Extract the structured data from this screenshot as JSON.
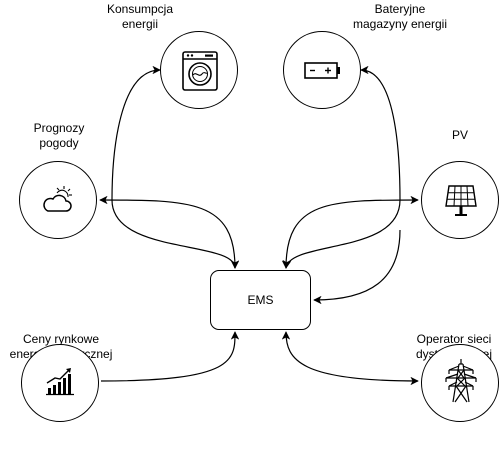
{
  "diagram": {
    "center": {
      "label": "EMS"
    },
    "nodes": {
      "consumption": {
        "label_line1": "Konsumpcja",
        "label_line2": "energii",
        "icon": "washing-machine-icon",
        "connection": "bidirectional"
      },
      "battery": {
        "label_line1": "Bateryjne",
        "label_line2": "magazyny energii",
        "icon": "battery-icon",
        "connection": "bidirectional"
      },
      "weather": {
        "label_line1": "Prognozy",
        "label_line2": "pogody",
        "icon": "cloud-sun-icon",
        "connection": "bidirectional"
      },
      "pv": {
        "label_line1": "PV",
        "label_line2": "",
        "icon": "solar-panel-icon",
        "connection": "bidirectional"
      },
      "market": {
        "label_line1": "Ceny rynkowe",
        "label_line2": "energii elektrycznej",
        "icon": "growth-chart-icon",
        "connection": "to-ems"
      },
      "dso": {
        "label_line1": "Operator sieci",
        "label_line2": "dystrybucyjnej",
        "icon": "power-pylon-icon",
        "connection": "bidirectional"
      }
    }
  }
}
